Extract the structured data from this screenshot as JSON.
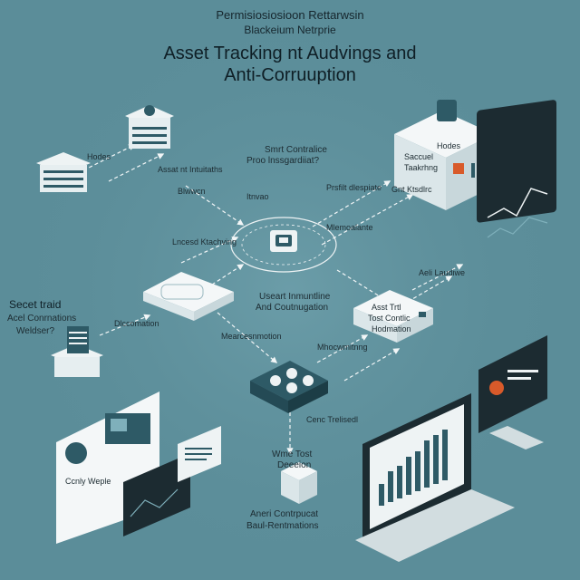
{
  "header": {
    "line1": "Permisiosiosioon Rettarwsin",
    "line2": "Blackeium Netrprie",
    "title_line1": "Asset Tracking nt Audvings and",
    "title_line2": "Anti-Corruuption"
  },
  "labels": {
    "top_left_server": "Hodes",
    "top_left_assets": "Assat nt Intuitaths",
    "top_left_assets2": "Blwwcn",
    "top_left_flow": "Itnvao",
    "center_top": "Smrt Contralice",
    "center_top2": "Proo lnssgardiiat?",
    "left_tracking": "Lncesd Ktachving",
    "right_profile": "Prsfilt dlespiate",
    "right_manage": "Mlemoalante",
    "right_gpu": "Gnt Ktsdlrc",
    "top_right_cube_title": "Hodes",
    "top_right_cube_line1": "Saccuel",
    "top_right_cube_line2": "Taakrhng",
    "right_lower": "Aeli Laudiwe",
    "center": "Useart Inmuntline",
    "center2": "And Coutnugation",
    "left_secret": "Secet traid",
    "left_secret2": "Acel Conrnations",
    "left_secret3": "Weldser?",
    "left_lower": "Dlccomation",
    "mid_left_lower": "Mearcesnmotion",
    "right_box_line1": "Asst Trtl",
    "right_box_line2": "Tost Contlic",
    "right_box_line3": "Hodmation",
    "right_mid_lower": "Mhocwmitnng",
    "bottom_center_node": "Cenc Trelisedl",
    "bottom_left_panel": "Ccnly Weple",
    "bottom_mid_title": "Wme Tost",
    "bottom_mid_title2": "Deeeion",
    "bottom_mid_cap": "Aneri Contrpucat",
    "bottom_mid_cap2": "Baul-Rentmations"
  },
  "colors": {
    "background": "#5b8d99",
    "accent": "#2e5a66",
    "card": "#eef3f4",
    "highlight": "#d85a2a"
  },
  "icons": [
    "server-stack-icon",
    "cube-icon",
    "chart-monitor-icon",
    "laptop-icon",
    "blockchain-hub-icon",
    "document-icon"
  ]
}
